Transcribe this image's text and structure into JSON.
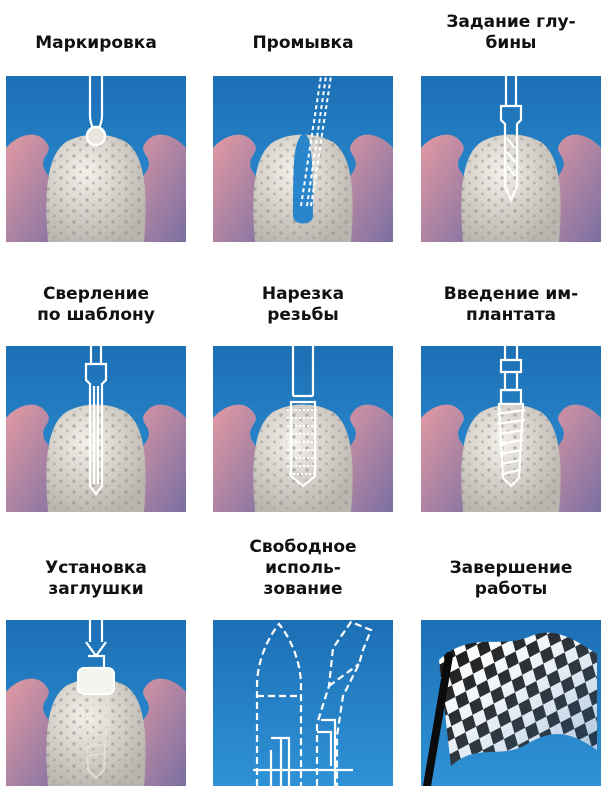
{
  "steps": [
    {
      "label": "Маркировка",
      "icon": "marking-icon"
    },
    {
      "label": "Промывка",
      "icon": "rinsing-icon"
    },
    {
      "label": "Задание глу-\nбины",
      "icon": "depth-drill-icon"
    },
    {
      "label": "Сверление\nпо шаблону",
      "icon": "template-drilling-icon"
    },
    {
      "label": "Нарезка\nрезьбы",
      "icon": "thread-tapping-icon"
    },
    {
      "label": "Введение им-\nплантата",
      "icon": "implant-insertion-icon"
    },
    {
      "label": "Установка\nзаглушки",
      "icon": "cover-screw-icon"
    },
    {
      "label": "Свободное исполь-\nзование",
      "icon": "free-use-icon"
    },
    {
      "label": "Завершение\nработы",
      "icon": "checkered-flag-icon"
    }
  ],
  "colors": {
    "tile_top": "#1f78bd",
    "tile_bottom": "#2e8bd0",
    "gum": "#d98a95",
    "bone": "#e6e2d8",
    "instrument": "#ffffff"
  }
}
